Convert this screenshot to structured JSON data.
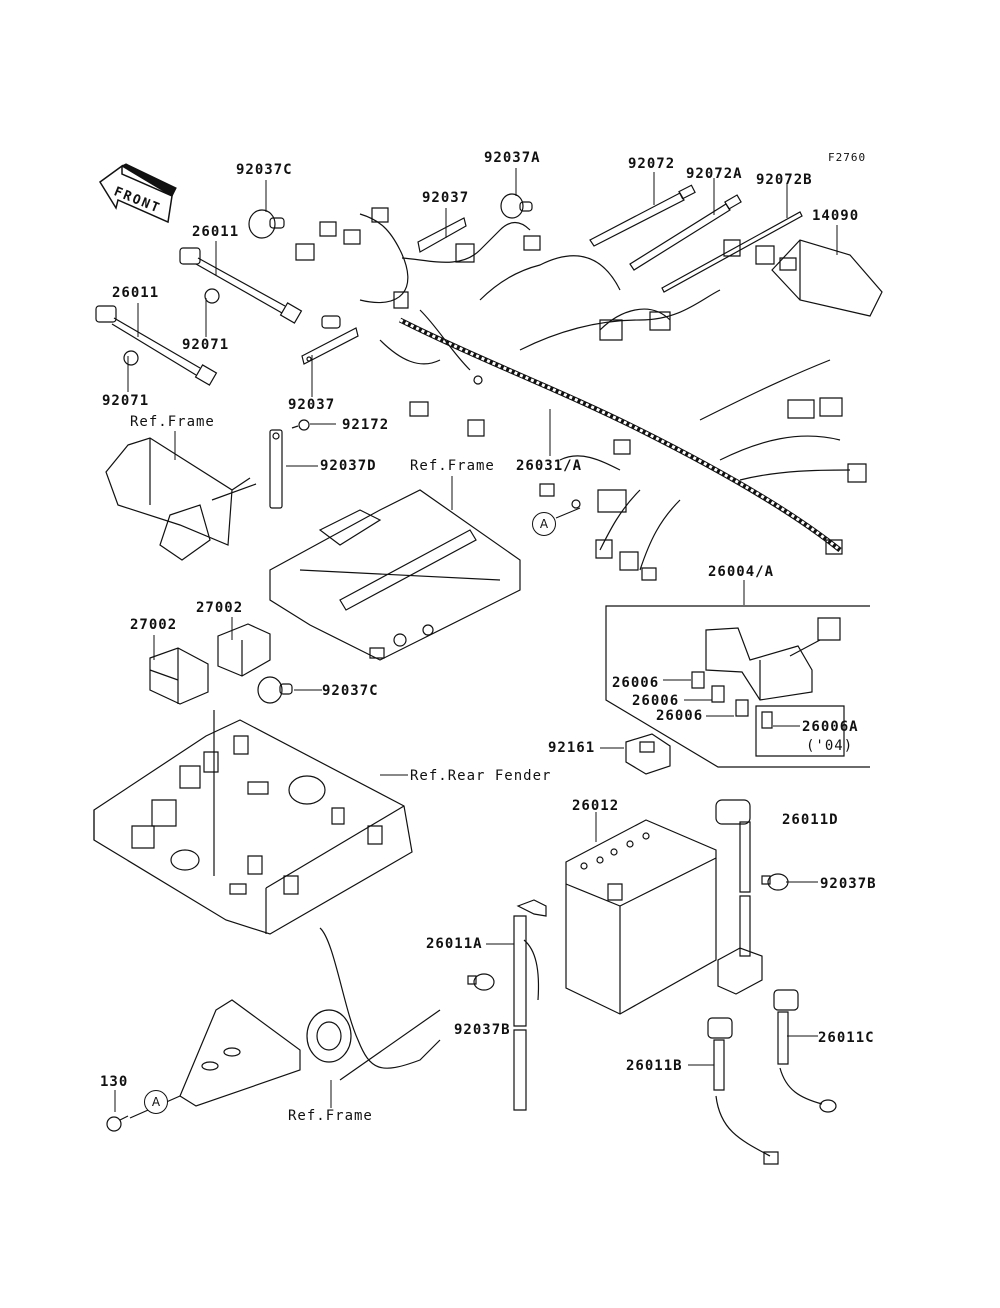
{
  "diagram": {
    "figure_code": "F2760",
    "front_indicator": "FRONT",
    "callout_A": "A",
    "parts": {
      "p92037C_top": "92037C",
      "p92037A": "92037A",
      "p92037_top": "92037",
      "p92072": "92072",
      "p92072A": "92072A",
      "p92072B": "92072B",
      "p14090": "14090",
      "p26011_upper": "26011",
      "p26011_lower": "26011",
      "p92071_upper": "92071",
      "p92071_lower": "92071",
      "p92037_lower": "92037",
      "p92172": "92172",
      "p92037D": "92037D",
      "p26031A": "26031/A",
      "p26004A": "26004/A",
      "p27002_left": "27002",
      "p27002_right": "27002",
      "p92037C_mid": "92037C",
      "p26006_1": "26006",
      "p26006_2": "26006",
      "p26006_3": "26006",
      "p26006A": "26006A",
      "p26006A_note": "('04)",
      "p92161": "92161",
      "p26012": "26012",
      "p26011D": "26011D",
      "p92037B_right": "92037B",
      "p26011A": "26011A",
      "p92037B_left": "92037B",
      "p26011B": "26011B",
      "p26011C": "26011C",
      "p130": "130"
    },
    "references": {
      "ref_frame_upper_left": "Ref.Frame",
      "ref_frame_center": "Ref.Frame",
      "ref_rear_fender": "Ref.Rear Fender",
      "ref_frame_bottom": "Ref.Frame"
    }
  }
}
